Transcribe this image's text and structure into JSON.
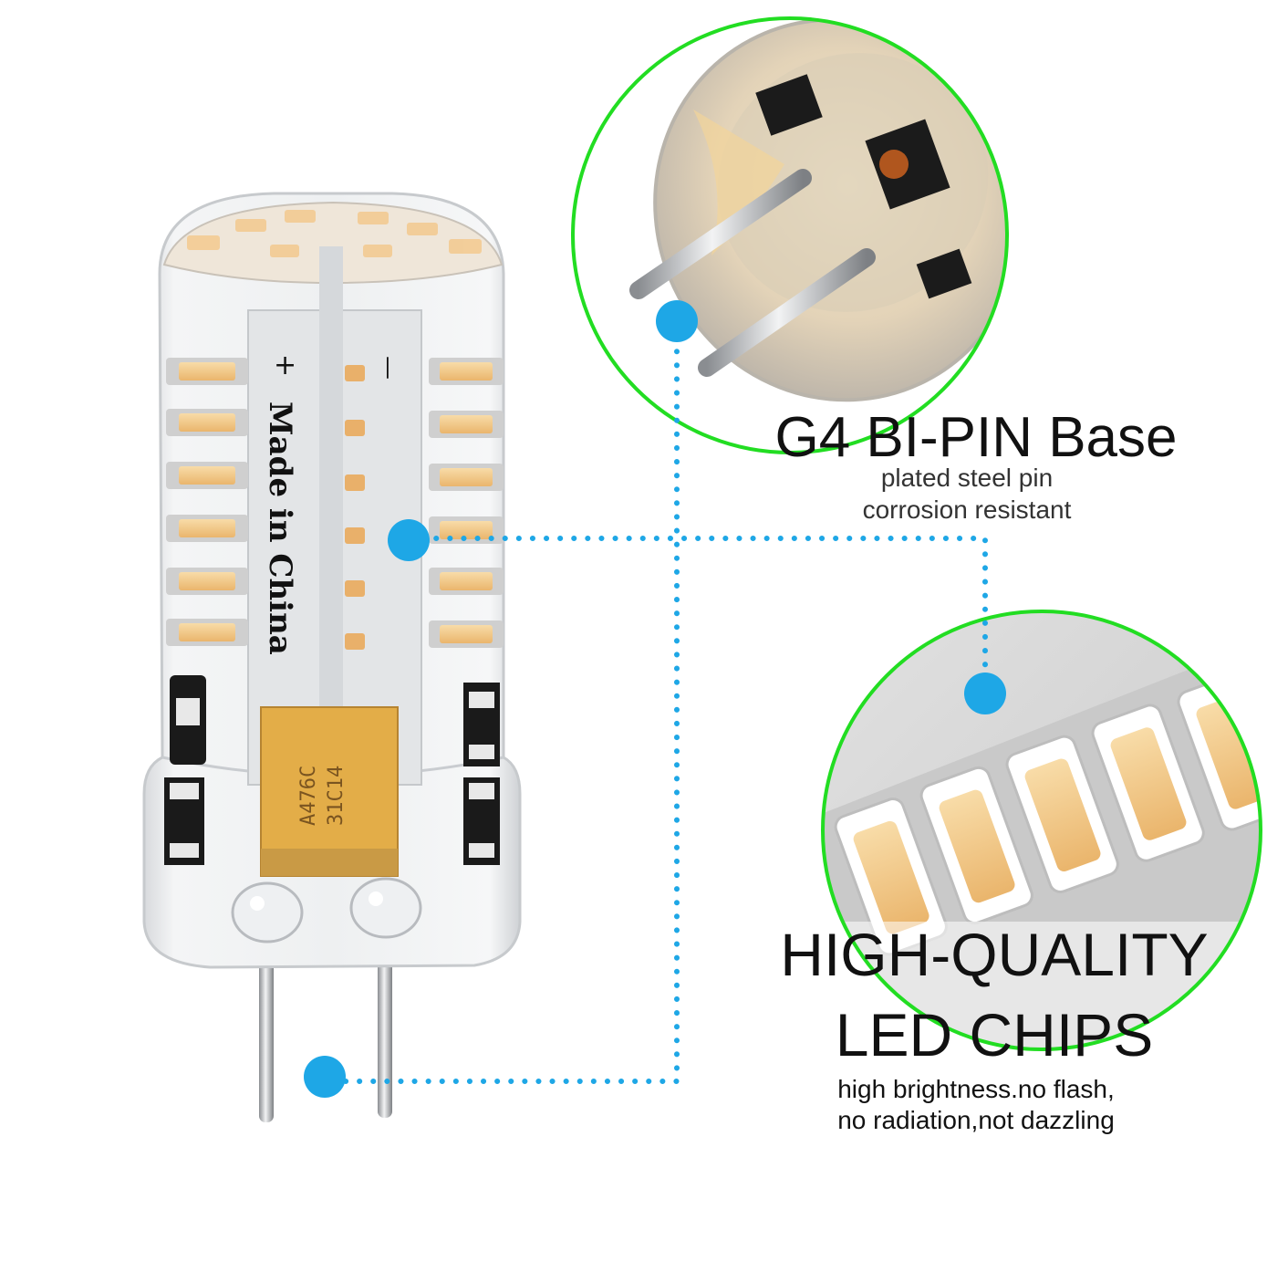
{
  "product": {
    "stamp_text": "Made in China",
    "polarity_plus": "+",
    "polarity_minus": "—",
    "capacitor_line_1": "A476C",
    "capacitor_line_2": "31C14"
  },
  "callout_base": {
    "title": "G4 BI-PIN Base",
    "subtitle_line_1": "plated steel pin",
    "subtitle_line_2": "corrosion resistant"
  },
  "callout_chips": {
    "title_line_1": "HIGH-QUALITY",
    "title_line_2": "LED CHIPS",
    "subtitle_line_1": "high brightness.no flash,",
    "subtitle_line_2": "no radiation,not dazzling"
  },
  "colors": {
    "circle_outline": "#22dd22",
    "connector_dot": "#1ea7e6",
    "led_chip": "#f3c98e",
    "text": "#111111"
  }
}
